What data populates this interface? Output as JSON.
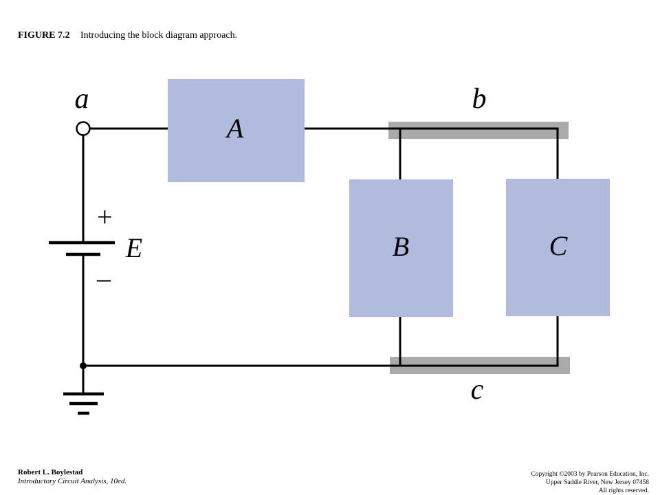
{
  "caption": {
    "figure_number": "FIGURE 7.2",
    "title": "Introducing the block diagram approach."
  },
  "diagram": {
    "node_labels": {
      "a": "a",
      "b": "b",
      "c": "c"
    },
    "blocks": {
      "A": "A",
      "B": "B",
      "C": "C"
    },
    "source": {
      "label": "E",
      "plus": "+",
      "minus": "–"
    },
    "colors": {
      "block_fill": "#b0bbdd",
      "bus_bar": "#aaaaaa",
      "wire": "#000000"
    }
  },
  "footer": {
    "author": "Robert L. Boylestad",
    "book": "Introductory Circuit Analysis, 10ed.",
    "copyright_line1": "Copyright ©2003 by Pearson Education, Inc.",
    "copyright_line2": "Upper Saddle River, New Jersey 07458",
    "copyright_line3": "All rights reserved."
  }
}
